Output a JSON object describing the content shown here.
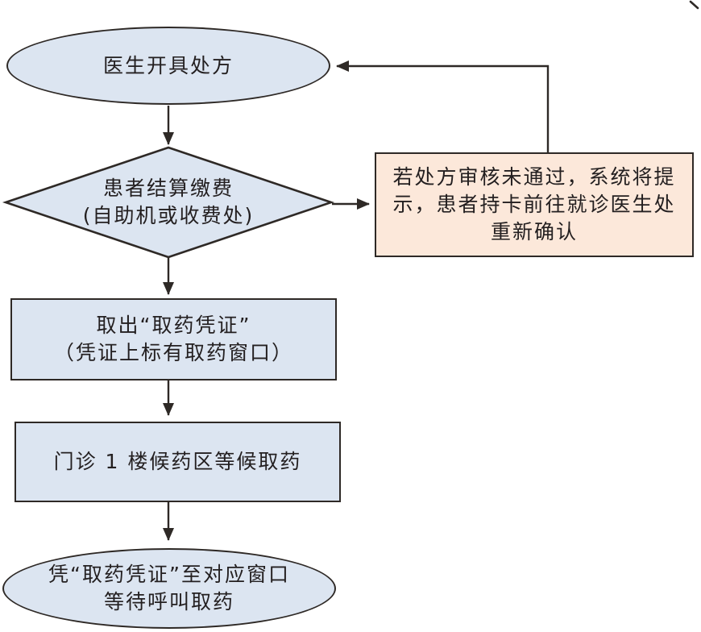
{
  "flowchart": {
    "kind": "flowchart",
    "colors": {
      "node_fill": "#dce5f1",
      "note_fill": "#fce8da",
      "line_color": "#2e2926",
      "text_color": "#231f20",
      "background": "#ffffff"
    },
    "nodes": {
      "start": {
        "shape": "ellipse",
        "label": "医生开具处方"
      },
      "decision": {
        "shape": "diamond",
        "lines": [
          "患者结算缴费",
          "(自助机或收费处)"
        ]
      },
      "note": {
        "shape": "rectangle",
        "lines": [
          "若处方审核未通过，系统将提",
          "示，患者持卡前往就诊医生处",
          "重新确认"
        ]
      },
      "step1": {
        "shape": "rectangle",
        "lines": [
          "取出“取药凭证”",
          "（凭证上标有取药窗口）"
        ]
      },
      "step2": {
        "shape": "rectangle",
        "label": "门诊 1 楼候药区等候取药"
      },
      "end": {
        "shape": "ellipse",
        "lines": [
          "凭“取药凭证”至对应窗口",
          "等待呼叫取药"
        ]
      }
    },
    "edges": [
      {
        "from": "start",
        "to": "decision",
        "direction": "down"
      },
      {
        "from": "decision",
        "to": "note",
        "direction": "right"
      },
      {
        "from": "note",
        "to": "start",
        "direction": "up-then-left-feedback"
      },
      {
        "from": "decision",
        "to": "step1",
        "direction": "down"
      },
      {
        "from": "step1",
        "to": "step2",
        "direction": "down"
      },
      {
        "from": "step2",
        "to": "end",
        "direction": "down"
      }
    ],
    "decoration": {
      "corner_mark": "stray-tick"
    }
  }
}
